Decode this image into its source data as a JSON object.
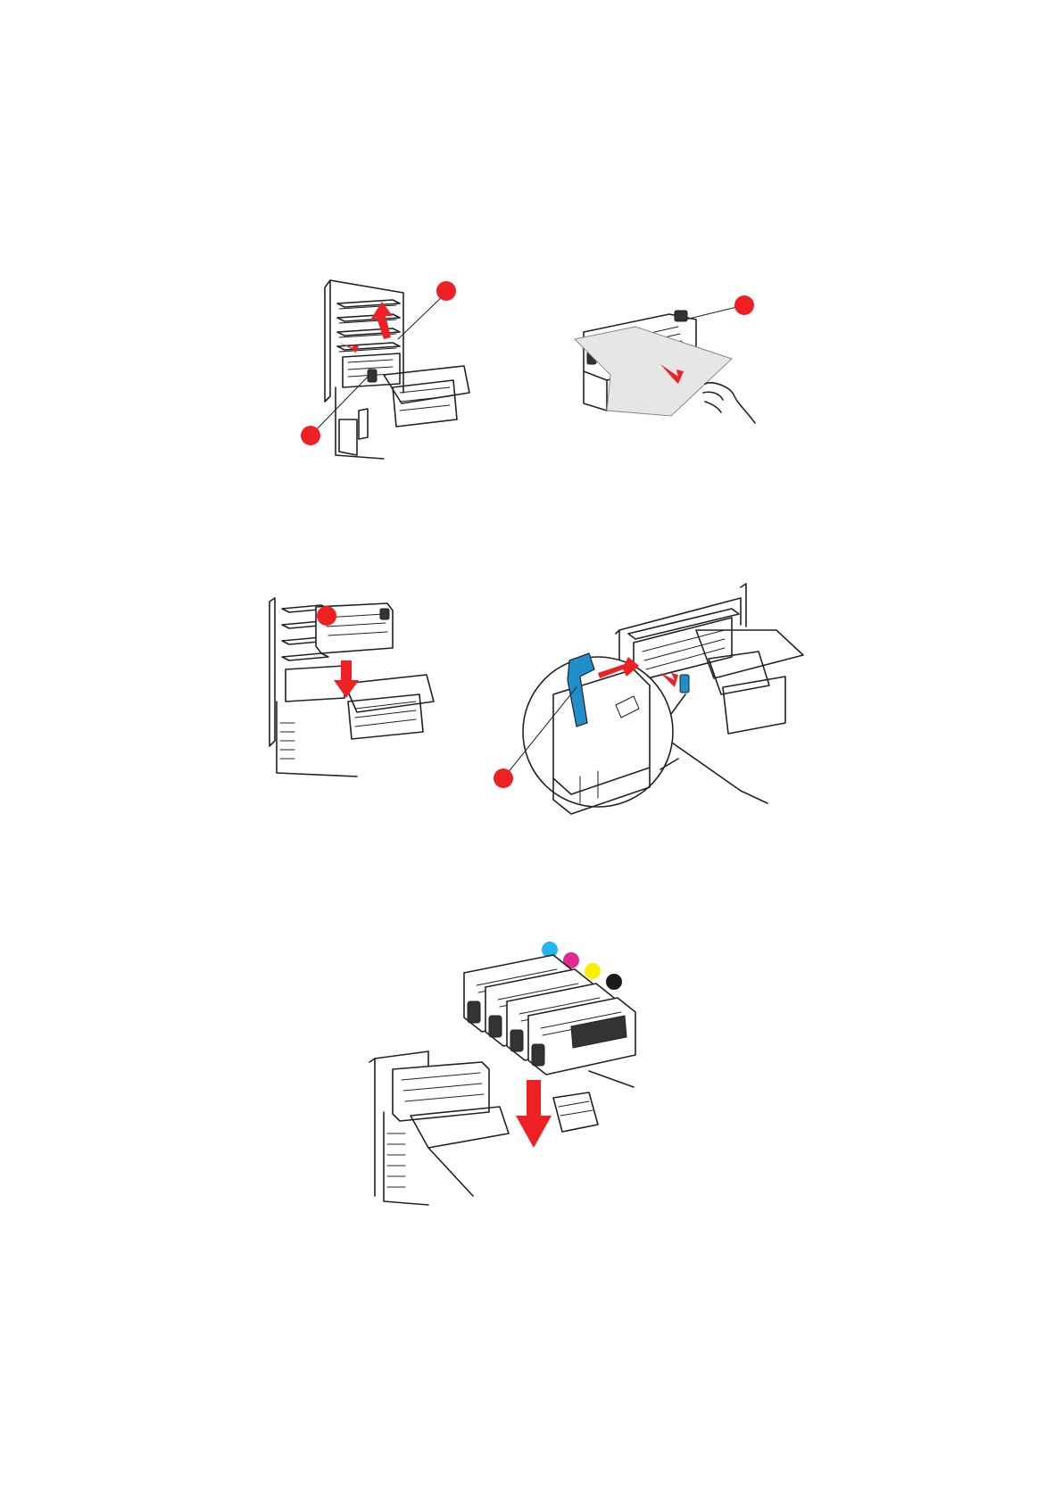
{
  "page": {
    "background": "#ffffff"
  },
  "colors": {
    "callout": "#ee2024",
    "arrow": "#ee2024",
    "lever": "#1f8fc9",
    "line": "#222222",
    "cyan": "#21b5ea",
    "magenta": "#e32a8e",
    "yellow": "#ffed00",
    "black": "#1a1a1a"
  },
  "figures": [
    {
      "name": "fuser-unlock-illustration",
      "callouts": 2,
      "arrows": 2
    },
    {
      "name": "paper-removal-illustration",
      "callouts": 1,
      "arrows": 1
    },
    {
      "name": "fuser-install-illustration",
      "callouts": 1,
      "arrows": 1
    },
    {
      "name": "lever-lock-illustration",
      "callouts": 1,
      "arrows": 2
    },
    {
      "name": "image-drum-install-illustration",
      "callouts": 0,
      "arrows": 1,
      "toner_dots": [
        "cyan",
        "magenta",
        "yellow",
        "black"
      ]
    }
  ]
}
